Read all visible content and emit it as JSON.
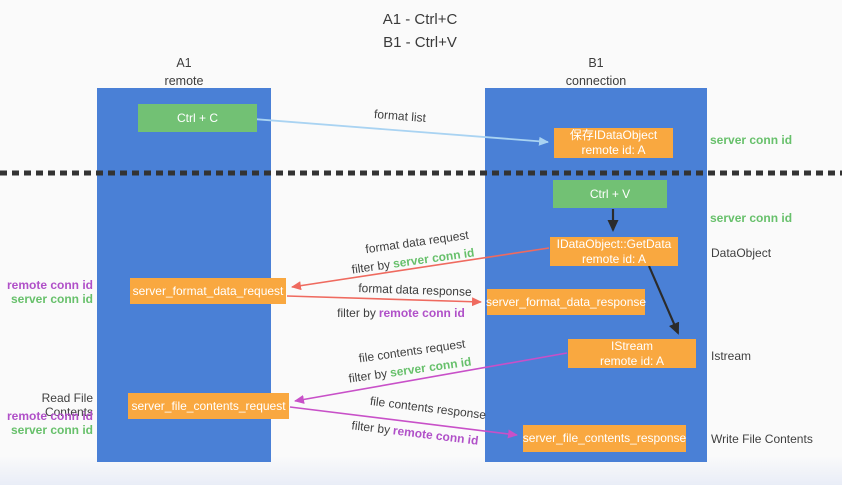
{
  "title": {
    "line1": "A1 - Ctrl+C",
    "line2": "B1 - Ctrl+V"
  },
  "lifelines": {
    "a1": {
      "name": "A1",
      "role": "remote"
    },
    "b1": {
      "name": "B1",
      "role": "connection"
    }
  },
  "nodes": {
    "ctrl_c": "Ctrl + C",
    "ctrl_v": "Ctrl + V",
    "save_idataobject": {
      "line1": "保存IDataObject",
      "line2": "remote id: A"
    },
    "getdata": {
      "line1": "IDataObject::GetData",
      "line2": "remote id: A"
    },
    "istream": {
      "line1": "IStream",
      "line2": "remote id: A"
    },
    "format_request": "server_format_data_request",
    "format_response": "server_format_data_response",
    "file_request": "server_file_contents_request",
    "file_response": "server_file_contents_response"
  },
  "edges": {
    "format_list": "format list",
    "format_data_request": "format data request",
    "format_data_response": "format data response",
    "file_contents_request": "file contents request",
    "file_contents_response": "file contents response",
    "filter_by": "filter by",
    "server_conn_id": "server conn id",
    "remote_conn_id": "remote conn id"
  },
  "side_labels": {
    "server_conn_id": "server conn id",
    "remote_conn_id": "remote conn id",
    "dataobject": "DataObject",
    "istream": "Istream",
    "read_file_contents": "Read File Contents",
    "write_file_contents": "Write File Contents"
  },
  "colors": {
    "lifeline_fill": "#4a80d6",
    "green_box": "#72c174",
    "orange_box": "#f9a840",
    "green_text": "#67c06b",
    "purple_text": "#b050c8",
    "red_arrow": "#ef6a5f",
    "magenta_arrow": "#c850c8",
    "light_blue_arrow": "#a9d3f2",
    "black_arrow": "#2b2b2b",
    "separator": "#333333"
  }
}
